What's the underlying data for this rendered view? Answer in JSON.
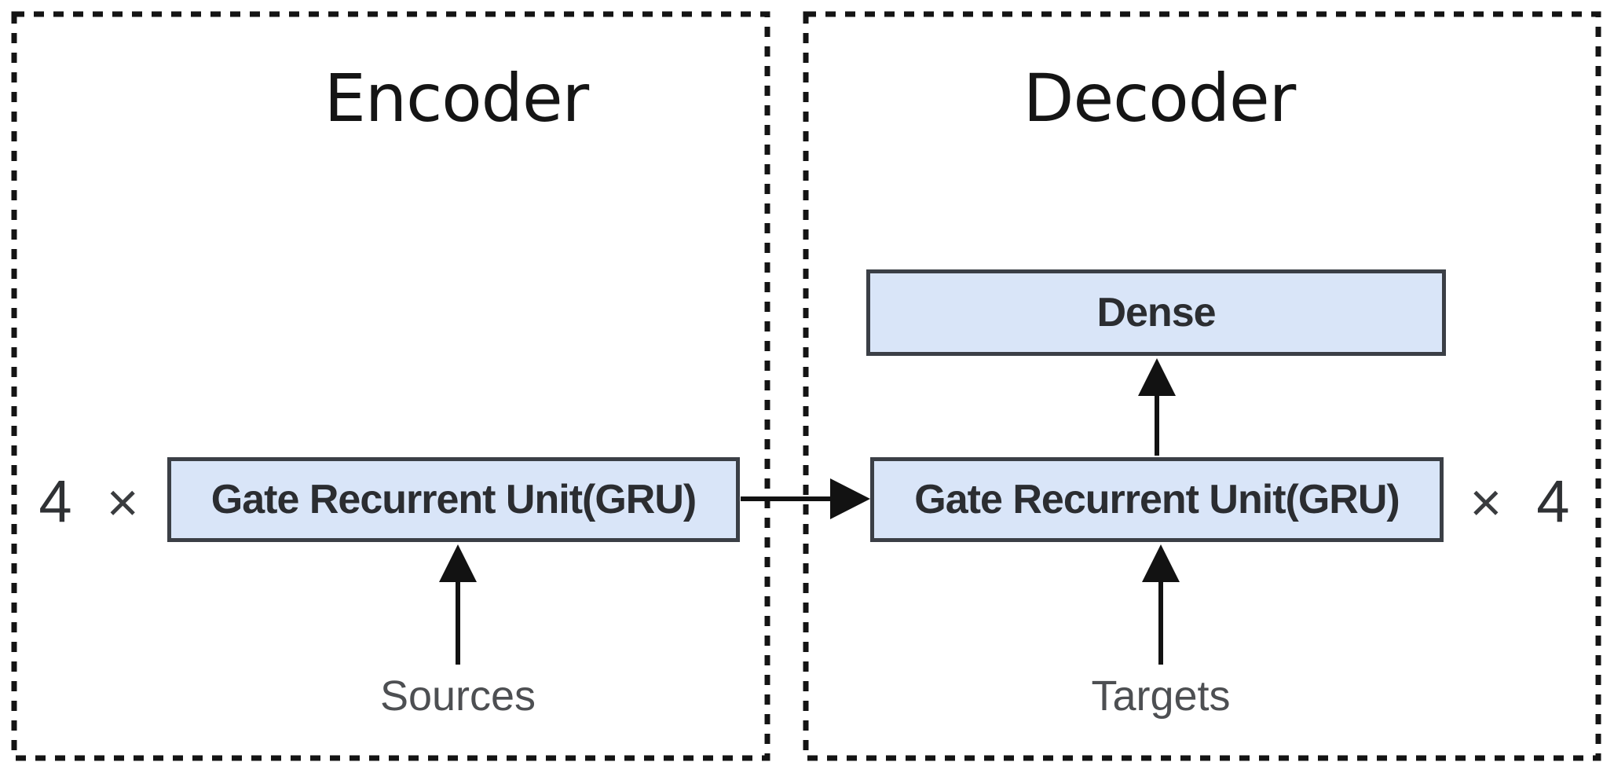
{
  "figure": {
    "description": "Encoder-Decoder GRU sequence-to-sequence architecture diagram"
  },
  "encoder": {
    "title": "Encoder",
    "repeat_count": "4",
    "times_symbol": "×",
    "gru_label": "Gate Recurrent Unit(GRU)",
    "input_label": "Sources"
  },
  "decoder": {
    "title": "Decoder",
    "repeat_count": "4",
    "times_symbol": "×",
    "gru_label": "Gate Recurrent Unit(GRU)",
    "dense_label": "Dense",
    "input_label": "Targets"
  },
  "colors": {
    "background": "#ffffff",
    "box_fill": "#d9e5f8",
    "box_border": "#3b3f46",
    "box_text": "#2b2d31",
    "dashed_border": "#141414",
    "arrow": "#121212",
    "io_label_text": "#4d4f52",
    "multiplier_text": "#2f3134"
  }
}
